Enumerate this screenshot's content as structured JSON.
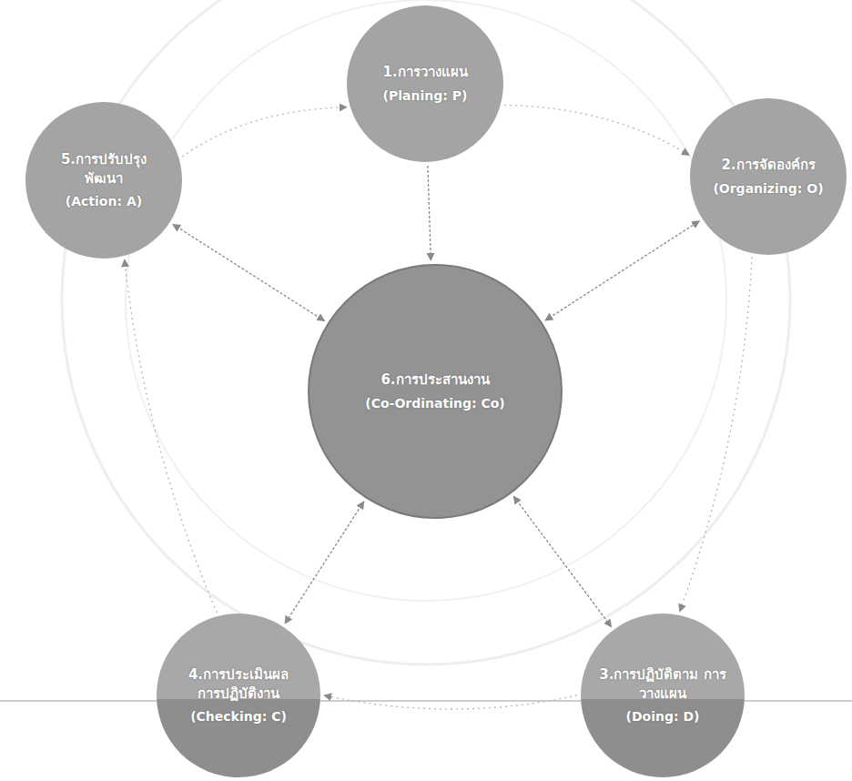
{
  "diagram": {
    "nodes": [
      {
        "text": [
          "1.การวางแผน",
          "(Planing: P)"
        ]
      },
      {
        "text": [
          "2.การจัดองค์กร",
          "(Organizing: O)"
        ]
      },
      {
        "text": [
          "3.การปฏิบัติตาม การวางแผน",
          "(Doing: D)"
        ]
      },
      {
        "text": [
          "4.การประเมินผล การปฏิบัติงาน",
          "(Checking: C)"
        ]
      },
      {
        "text": [
          "5.การปรับปรุง พัฒนา",
          "(Action: A)"
        ]
      },
      {
        "text": [
          "6.การประสานงาน",
          "(Co-Ordinating: Co)"
        ]
      }
    ],
    "edges": [
      {
        "from": 0,
        "to": 5,
        "arrow": "to"
      },
      {
        "from": 5,
        "to": 1,
        "arrow": "both"
      },
      {
        "from": 5,
        "to": 2,
        "arrow": "both"
      },
      {
        "from": 5,
        "to": 3,
        "arrow": "both"
      },
      {
        "from": 5,
        "to": 4,
        "arrow": "both"
      },
      {
        "from": 0,
        "to": 1,
        "arrow": "to"
      },
      {
        "from": 1,
        "to": 2,
        "arrow": "to"
      },
      {
        "from": 2,
        "to": 3,
        "arrow": "to"
      },
      {
        "from": 3,
        "to": 4,
        "arrow": "to"
      },
      {
        "from": 4,
        "to": 0,
        "arrow": "to"
      }
    ]
  }
}
